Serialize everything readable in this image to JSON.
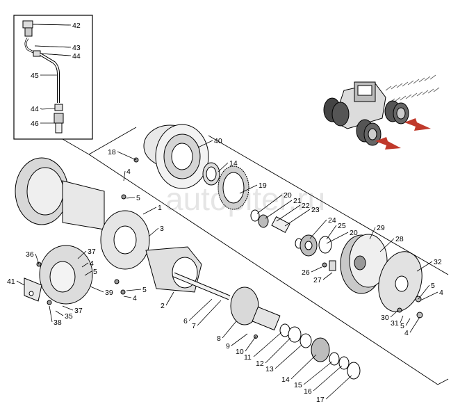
{
  "watermark": "autopiter.ru",
  "colors": {
    "line": "#000000",
    "fill_light": "#e6e6e6",
    "fill_mid": "#bdbdbd",
    "arrow": "#c0392b"
  },
  "inset": {
    "labels": [
      {
        "id": "42",
        "text": "42"
      },
      {
        "id": "43",
        "text": "43"
      },
      {
        "id": "44a",
        "text": "44"
      },
      {
        "id": "45",
        "text": "45"
      },
      {
        "id": "44b",
        "text": "44"
      },
      {
        "id": "46",
        "text": "46"
      }
    ]
  },
  "labels": [
    {
      "id": "18",
      "text": "18"
    },
    {
      "id": "40",
      "text": "40"
    },
    {
      "id": "14a",
      "text": "14"
    },
    {
      "id": "19",
      "text": "19"
    },
    {
      "id": "20a",
      "text": "20"
    },
    {
      "id": "21",
      "text": "21"
    },
    {
      "id": "22",
      "text": "22"
    },
    {
      "id": "23",
      "text": "23"
    },
    {
      "id": "24",
      "text": "24"
    },
    {
      "id": "25",
      "text": "25"
    },
    {
      "id": "20b",
      "text": "20"
    },
    {
      "id": "29",
      "text": "29"
    },
    {
      "id": "28",
      "text": "28"
    },
    {
      "id": "32",
      "text": "32"
    },
    {
      "id": "4a",
      "text": "4"
    },
    {
      "id": "5a",
      "text": "5"
    },
    {
      "id": "1",
      "text": "1"
    },
    {
      "id": "3",
      "text": "3"
    },
    {
      "id": "36",
      "text": "36"
    },
    {
      "id": "37a",
      "text": "37"
    },
    {
      "id": "4b",
      "text": "4"
    },
    {
      "id": "5b",
      "text": "5"
    },
    {
      "id": "41",
      "text": "41"
    },
    {
      "id": "39",
      "text": "39"
    },
    {
      "id": "5c",
      "text": "5"
    },
    {
      "id": "4c",
      "text": "4"
    },
    {
      "id": "37b",
      "text": "37"
    },
    {
      "id": "35",
      "text": "35"
    },
    {
      "id": "38",
      "text": "38"
    },
    {
      "id": "26",
      "text": "26"
    },
    {
      "id": "27",
      "text": "27"
    },
    {
      "id": "2",
      "text": "2"
    },
    {
      "id": "6",
      "text": "6"
    },
    {
      "id": "7",
      "text": "7"
    },
    {
      "id": "5d",
      "text": "5"
    },
    {
      "id": "4d",
      "text": "4"
    },
    {
      "id": "30",
      "text": "30"
    },
    {
      "id": "31",
      "text": "31"
    },
    {
      "id": "5e",
      "text": "5"
    },
    {
      "id": "4e",
      "text": "4"
    },
    {
      "id": "8",
      "text": "8"
    },
    {
      "id": "9",
      "text": "9"
    },
    {
      "id": "10",
      "text": "10"
    },
    {
      "id": "11",
      "text": "11"
    },
    {
      "id": "12",
      "text": "12"
    },
    {
      "id": "13",
      "text": "13"
    },
    {
      "id": "14b",
      "text": "14"
    },
    {
      "id": "15",
      "text": "15"
    },
    {
      "id": "16",
      "text": "16"
    },
    {
      "id": "17",
      "text": "17"
    }
  ]
}
